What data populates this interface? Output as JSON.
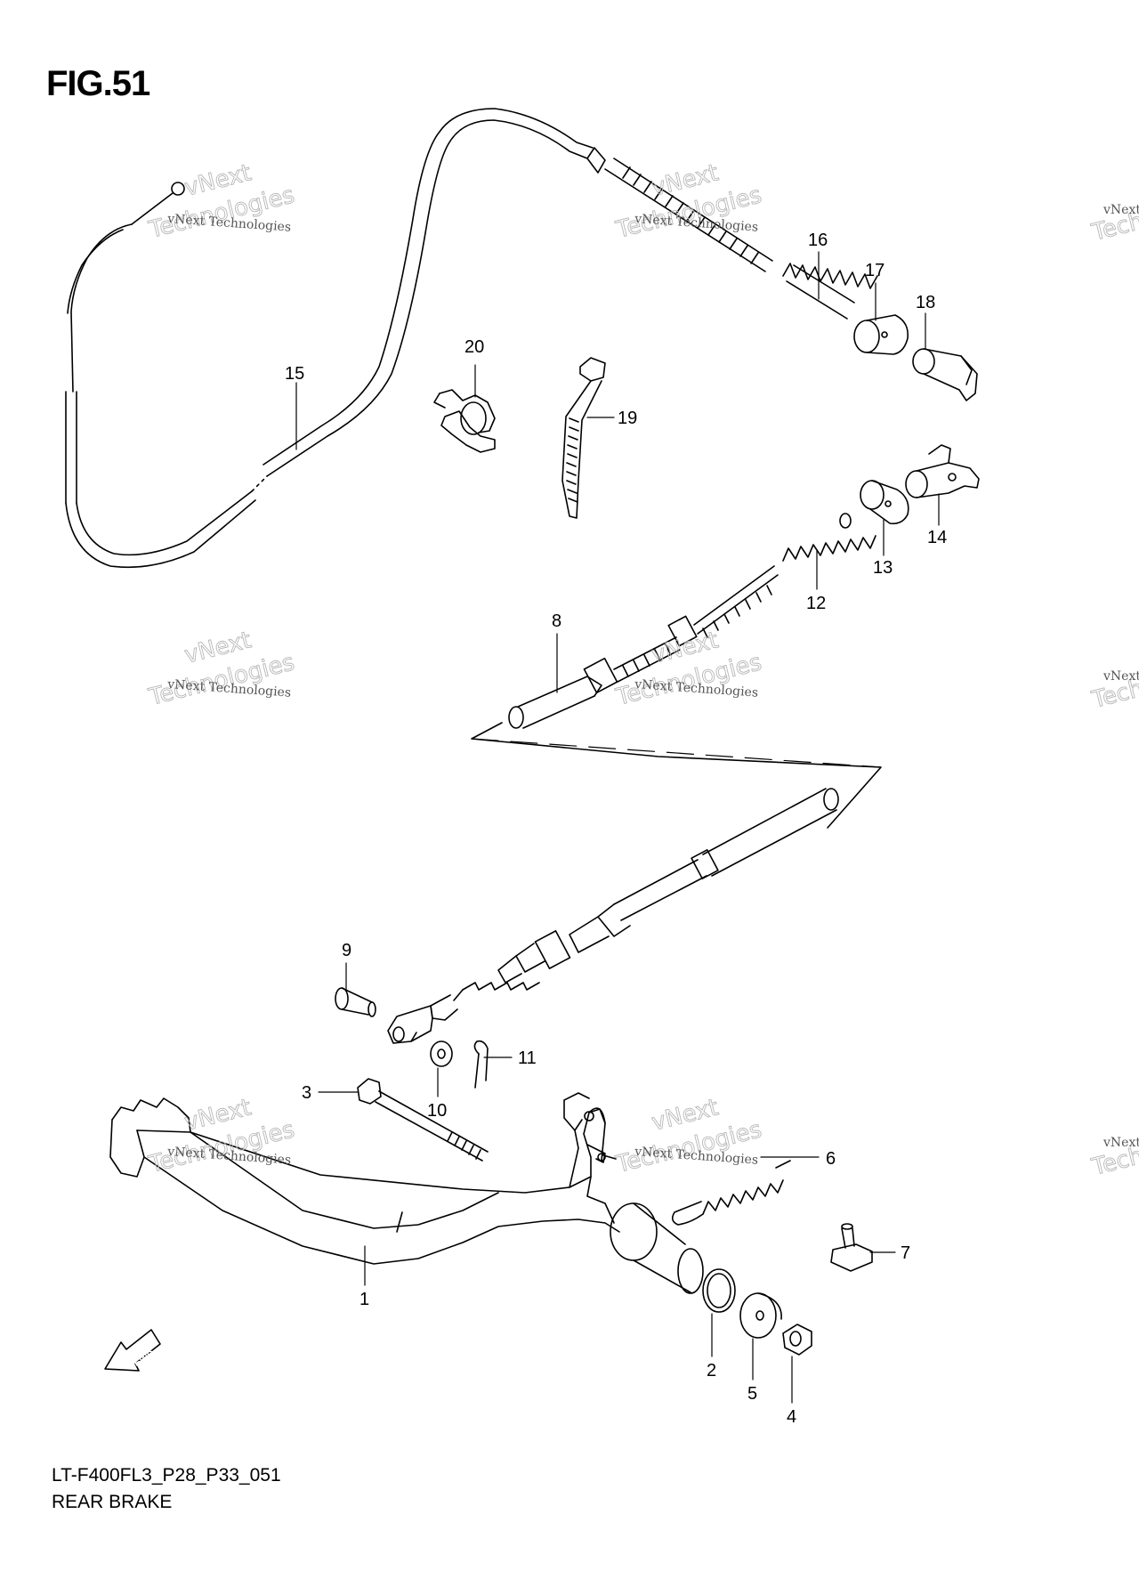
{
  "figure": {
    "title": "FIG.51",
    "model_code": "LT-F400FL3_P28_P33_051",
    "section_name": "REAR BRAKE"
  },
  "fwd_arrow_label": "FWD",
  "watermark": {
    "brand_top": "vNext",
    "brand_bottom": "Technologies",
    "caption": "vNext Technologies"
  },
  "callouts": [
    "1",
    "2",
    "3",
    "4",
    "5",
    "6",
    "7",
    "8",
    "9",
    "10",
    "11",
    "12",
    "13",
    "14",
    "15",
    "16",
    "17",
    "18",
    "19",
    "20"
  ],
  "colors": {
    "line": "#000000",
    "watermark": "#b8b8b8"
  }
}
